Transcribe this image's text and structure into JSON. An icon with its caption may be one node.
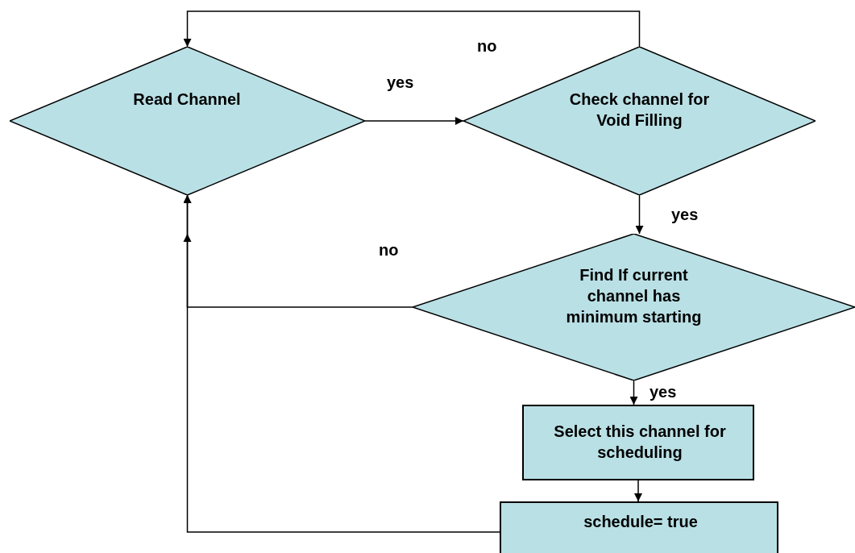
{
  "diagram": {
    "nodes": [
      {
        "text": [
          "Read Channel"
        ]
      },
      {
        "text": [
          "Check channel for Void Filling"
        ]
      },
      {
        "text": [
          "Find If current channel has minimum starting"
        ]
      },
      {
        "text": [
          "Select this channel for scheduling"
        ]
      },
      {
        "text": [
          "schedule= true"
        ]
      }
    ],
    "edges": [
      {
        "from": 0,
        "to": 1,
        "arrow": "to",
        "label": "yes"
      },
      {
        "from": 1,
        "to": 0,
        "arrow": "to",
        "label": "no"
      },
      {
        "from": 1,
        "to": 2,
        "arrow": "to",
        "label": "yes"
      },
      {
        "from": 2,
        "to": 0,
        "arrow": "to",
        "label": "no"
      },
      {
        "from": 2,
        "to": 3,
        "arrow": "to",
        "label": "yes"
      },
      {
        "from": 3,
        "to": 4,
        "arrow": "to"
      },
      {
        "from": 4,
        "to": 0,
        "arrow": "to"
      }
    ]
  }
}
